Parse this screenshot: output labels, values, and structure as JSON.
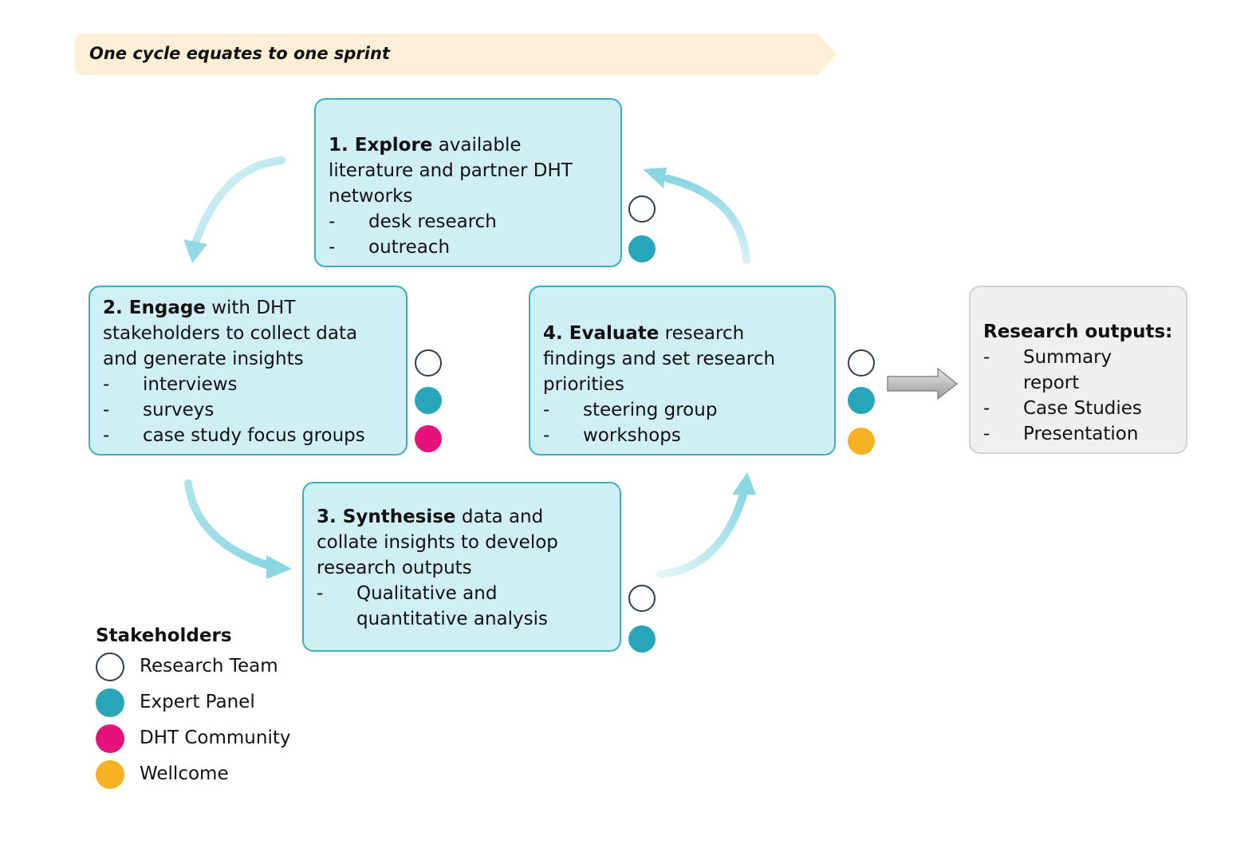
{
  "banner": {
    "text": "One cycle equates to one sprint"
  },
  "steps": [
    {
      "number": "1.",
      "verb": "Explore",
      "rest": " available literature and partner DHT networks",
      "items": [
        "desk research",
        "outreach"
      ]
    },
    {
      "number": "2.",
      "verb": "Engage",
      "rest": " with DHT stakeholders to collect data and generate insights",
      "items": [
        "interviews",
        "surveys",
        "case study focus groups"
      ]
    },
    {
      "number": "3.",
      "verb": "Synthesise",
      "rest": " data and collate insights to develop research outputs",
      "items": [
        "Qualitative and quantitative analysis"
      ]
    },
    {
      "number": "4.",
      "verb": "Evaluate",
      "rest": " research findings and set research priorities",
      "items": [
        "steering group",
        "workshops"
      ]
    }
  ],
  "outputs": {
    "title": "Research outputs:",
    "items": [
      "Summary report",
      "Case Studies",
      "Presentation"
    ]
  },
  "legend": {
    "title": "Stakeholders",
    "items": [
      {
        "label": "Research Team"
      },
      {
        "label": "Expert Panel"
      },
      {
        "label": "DHT Community"
      },
      {
        "label": "Wellcome"
      }
    ]
  },
  "colors": {
    "box_fill": "#cfeff5",
    "box_border": "#3aaebe",
    "research_team": "#ffffff",
    "expert_panel": "#27a5b9",
    "dht_community": "#e5127b",
    "wellcome": "#f6b222",
    "banner_fill": "#fdefd6",
    "cycle_arrow": "#a6e0ea",
    "output_arrow": "#b5b5b5"
  }
}
